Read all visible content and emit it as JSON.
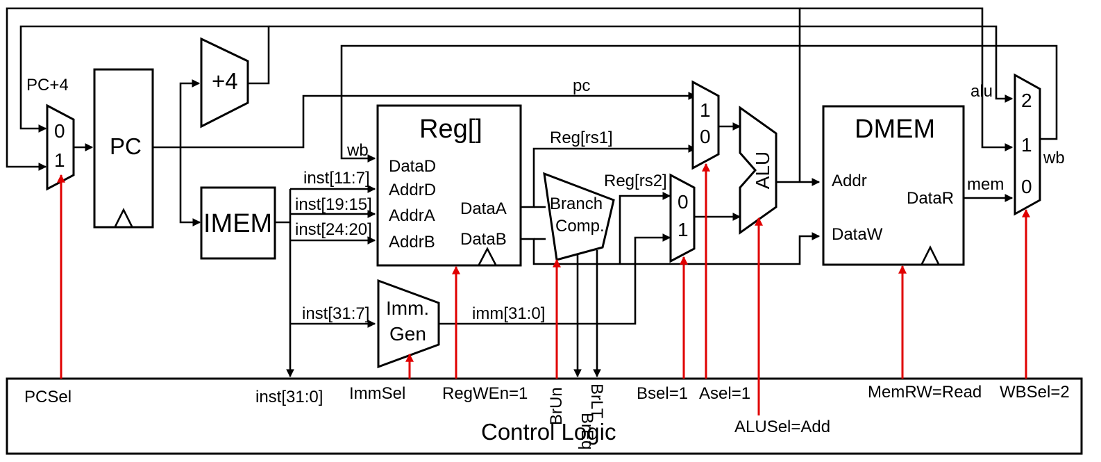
{
  "blocks": {
    "pc": "PC",
    "plus4": "+4",
    "imem": "IMEM",
    "reg_title": "Reg[]",
    "reg_ports": {
      "datad": "DataD",
      "addrd": "AddrD",
      "addra": "AddrA",
      "addrb": "AddrB",
      "dataa": "DataA",
      "datab": "DataB"
    },
    "imm_line1": "Imm.",
    "imm_line2": "Gen",
    "branch_line1": "Branch",
    "branch_line2": "Comp.",
    "alu": "ALU",
    "dmem_title": "DMEM",
    "dmem_ports": {
      "addr": "Addr",
      "dataw": "DataW",
      "datar": "DataR"
    },
    "control": "Control Logic"
  },
  "muxes": {
    "pc_mux": [
      "0",
      "1"
    ],
    "a_mux": [
      "1",
      "0"
    ],
    "b_mux": [
      "0",
      "1"
    ],
    "wb_mux": [
      "2",
      "1",
      "0"
    ]
  },
  "wires": {
    "pc4": "PC+4",
    "pc": "pc",
    "wb_reg": "wb",
    "inst_11_7": "inst[11:7]",
    "inst_19_15": "inst[19:15]",
    "inst_24_20": "inst[24:20]",
    "inst_31_7": "inst[31:7]",
    "imm": "imm[31:0]",
    "rs1": "Reg[rs1]",
    "rs2": "Reg[rs2]",
    "alu": "alu",
    "mem": "mem",
    "wb_out": "wb"
  },
  "signals": {
    "pcsel": "PCSel",
    "inst": "inst[31:0]",
    "immsel": "ImmSel",
    "regwen": "RegWEn=1",
    "brun": "BrUn",
    "breq": "BrEq",
    "brlt": "BrLT",
    "bsel": "Bsel=1",
    "asel": "Asel=1",
    "alusel": "ALUSel=Add",
    "memrw": "MemRW=Read",
    "wbsel": "WBSel=2"
  },
  "colors": {
    "control_signal": "#e00000",
    "wire": "#000000"
  }
}
